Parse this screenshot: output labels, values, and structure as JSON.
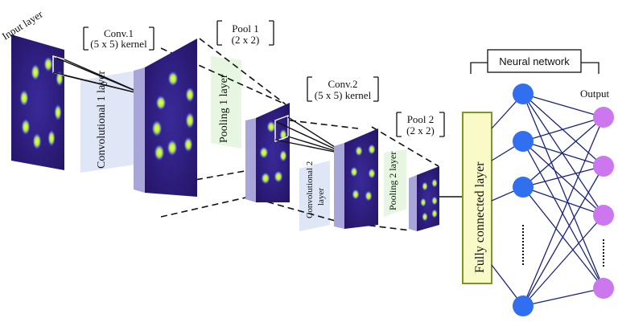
{
  "labels": {
    "input_layer": "Input layer",
    "conv1_title": "Conv.1",
    "conv1_kernel": "(5 x 5) kernel",
    "pool1_title": "Pool 1",
    "pool1_size": "(2 x 2)",
    "conv1_layer": "Convolutional 1 layer",
    "pool1_layer": "Pooling 1 layer",
    "conv2_title": "Conv.2",
    "conv2_kernel": "(5 x 5) kernel",
    "pool2_title": "Pool 2",
    "pool2_size": "(2 x 2)",
    "conv2_layer_line1": "Convolutional 2",
    "conv2_layer_line2": "layer",
    "pool2_layer": "Pooling 2 layer",
    "fully_connected": "Fully connected layer",
    "neural_network": "Neural network",
    "output": "Output"
  },
  "colors": {
    "map_bg": "#2a1a7a",
    "blob": "#c8f03a",
    "slab": "#a8a6d8",
    "label_band_blue": "#dfe6f5",
    "label_band_green": "#e6f6e0",
    "fc_fill": "#fafac8",
    "fc_border": "#7a9a1e",
    "hidden_node": "#2f6ff0",
    "output_node": "#cc77ee",
    "edge": "#1a237e"
  },
  "network": {
    "hidden_nodes": 4,
    "output_nodes": 4
  }
}
